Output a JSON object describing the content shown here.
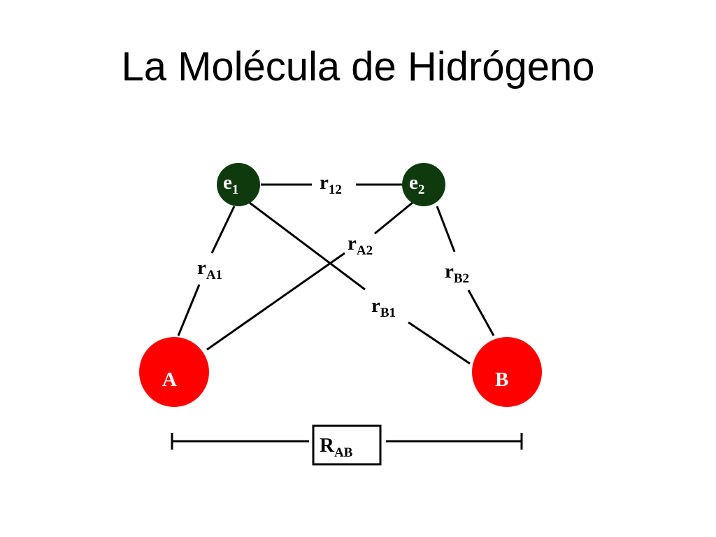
{
  "title": "La Molécula de Hidrógeno",
  "colors": {
    "electron": "#0e3a0e",
    "nucleus": "#ff0000",
    "line": "#000000"
  },
  "nodes": {
    "e1": {
      "main": "e",
      "sub": "1"
    },
    "e2": {
      "main": "e",
      "sub": "2"
    },
    "A": {
      "main": "A"
    },
    "B": {
      "main": "B"
    }
  },
  "edges": {
    "r12": {
      "main": "r",
      "sub": "12"
    },
    "rA1": {
      "main": "r",
      "sub": "A1"
    },
    "rA2": {
      "main": "r",
      "sub": "A2"
    },
    "rB1": {
      "main": "r",
      "sub": "B1"
    },
    "rB2": {
      "main": "r",
      "sub": "B2"
    }
  },
  "distance": {
    "main": "R",
    "sub": "AB"
  }
}
